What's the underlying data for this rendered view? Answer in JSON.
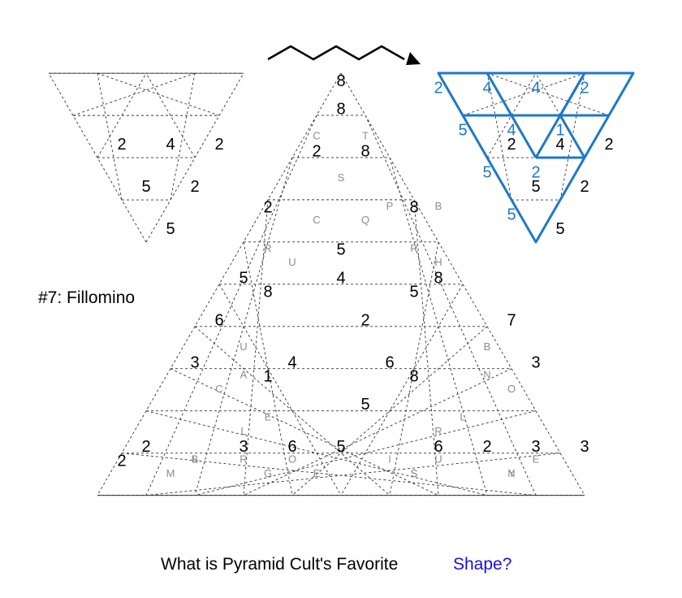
{
  "title": "#7: Fillomino",
  "caption": {
    "question": "What is Pyramid Cult's Favorite",
    "answer": "Shape?"
  },
  "colors": {
    "grid": "#333333",
    "clue": "#000000",
    "letter": "#8c8c8c",
    "solution": "#1e78c8",
    "answer": "#1a10e0"
  },
  "icons": [
    "zigzag-arrow-icon"
  ],
  "example_puzzle": {
    "rows": 4,
    "clues": [
      {
        "row": 1,
        "col": 1,
        "v": "2"
      },
      {
        "row": 1,
        "col": 3,
        "v": "4"
      },
      {
        "row": 1,
        "col": 5,
        "v": "2"
      },
      {
        "row": 2,
        "col": 1,
        "v": "5"
      },
      {
        "row": 2,
        "col": 3,
        "v": "2"
      },
      {
        "row": 3,
        "col": 1,
        "v": "5"
      }
    ]
  },
  "example_solution": {
    "rows": 4,
    "clues": [
      {
        "row": 1,
        "col": 1,
        "v": "2"
      },
      {
        "row": 1,
        "col": 3,
        "v": "4"
      },
      {
        "row": 1,
        "col": 5,
        "v": "2"
      },
      {
        "row": 2,
        "col": 1,
        "v": "5"
      },
      {
        "row": 2,
        "col": 3,
        "v": "2"
      },
      {
        "row": 3,
        "col": 1,
        "v": "5"
      }
    ],
    "filled": [
      {
        "row": 0,
        "col": 0,
        "v": "2"
      },
      {
        "row": 0,
        "col": 2,
        "v": "4"
      },
      {
        "row": 0,
        "col": 4,
        "v": "4"
      },
      {
        "row": 0,
        "col": 6,
        "v": "2"
      },
      {
        "row": 1,
        "col": 0,
        "v": "5"
      },
      {
        "row": 1,
        "col": 2,
        "v": "4"
      },
      {
        "row": 1,
        "col": 4,
        "v": "1"
      },
      {
        "row": 2,
        "col": 0,
        "v": "5"
      },
      {
        "row": 2,
        "col": 2,
        "v": "2"
      },
      {
        "row": 3,
        "col": 0,
        "v": "5"
      }
    ]
  },
  "main_puzzle": {
    "rows": 10,
    "clues": [
      {
        "row": 0,
        "col": 0,
        "v": "8"
      },
      {
        "row": 1,
        "col": 1,
        "v": "8"
      },
      {
        "row": 2,
        "col": 1,
        "v": "2"
      },
      {
        "row": 2,
        "col": 3,
        "v": "8"
      },
      {
        "row": 3,
        "col": 0,
        "v": "2"
      },
      {
        "row": 3,
        "col": 6,
        "v": "8"
      },
      {
        "row": 4,
        "col": 4,
        "v": "5"
      },
      {
        "row": 5,
        "col": 1,
        "v": "5"
      },
      {
        "row": 5,
        "col": 2,
        "v": "8"
      },
      {
        "row": 5,
        "col": 5,
        "v": "4"
      },
      {
        "row": 5,
        "col": 8,
        "v": "5"
      },
      {
        "row": 5,
        "col": 9,
        "v": "8"
      },
      {
        "row": 6,
        "col": 1,
        "v": "6"
      },
      {
        "row": 6,
        "col": 7,
        "v": "2"
      },
      {
        "row": 6,
        "col": 13,
        "v": "7"
      },
      {
        "row": 7,
        "col": 1,
        "v": "3"
      },
      {
        "row": 7,
        "col": 5,
        "v": "4"
      },
      {
        "row": 7,
        "col": 4,
        "v": "1"
      },
      {
        "row": 7,
        "col": 9,
        "v": "6"
      },
      {
        "row": 7,
        "col": 10,
        "v": "8"
      },
      {
        "row": 7,
        "col": 15,
        "v": "3"
      },
      {
        "row": 8,
        "col": 9,
        "v": "5"
      },
      {
        "row": 9,
        "col": 1,
        "v": "2"
      },
      {
        "row": 9,
        "col": 0,
        "v": "2"
      },
      {
        "row": 9,
        "col": 5,
        "v": "3"
      },
      {
        "row": 9,
        "col": 7,
        "v": "6"
      },
      {
        "row": 9,
        "col": 9,
        "v": "5"
      },
      {
        "row": 9,
        "col": 13,
        "v": "6"
      },
      {
        "row": 9,
        "col": 15,
        "v": "2"
      },
      {
        "row": 9,
        "col": 17,
        "v": "3"
      },
      {
        "row": 9,
        "col": 19,
        "v": "3"
      }
    ],
    "letters": [
      {
        "row": 1,
        "col": 0,
        "v": "C"
      },
      {
        "row": 1,
        "col": 2,
        "v": "T"
      },
      {
        "row": 2,
        "col": 2,
        "v": "S"
      },
      {
        "row": 3,
        "col": 2,
        "v": "C"
      },
      {
        "row": 3,
        "col": 4,
        "v": "Q"
      },
      {
        "row": 3,
        "col": 5,
        "v": "P"
      },
      {
        "row": 3,
        "col": 7,
        "v": "B"
      },
      {
        "row": 4,
        "col": 1,
        "v": "R"
      },
      {
        "row": 4,
        "col": 2,
        "v": "U"
      },
      {
        "row": 4,
        "col": 7,
        "v": "R"
      },
      {
        "row": 4,
        "col": 8,
        "v": "H"
      },
      {
        "row": 6,
        "col": 2,
        "v": "U"
      },
      {
        "row": 6,
        "col": 12,
        "v": "B"
      },
      {
        "row": 7,
        "col": 2,
        "v": "C"
      },
      {
        "row": 7,
        "col": 3,
        "v": "A"
      },
      {
        "row": 7,
        "col": 13,
        "v": "N"
      },
      {
        "row": 7,
        "col": 14,
        "v": "O"
      },
      {
        "row": 8,
        "col": 4,
        "v": "L"
      },
      {
        "row": 8,
        "col": 5,
        "v": "E"
      },
      {
        "row": 8,
        "col": 12,
        "v": "R"
      },
      {
        "row": 8,
        "col": 13,
        "v": "L"
      },
      {
        "row": 9,
        "col": 5,
        "v": "R"
      },
      {
        "row": 9,
        "col": 6,
        "v": "G"
      },
      {
        "row": 9,
        "col": 13,
        "v": "U"
      },
      {
        "row": 9,
        "col": 12,
        "v": "S"
      },
      {
        "row": 9,
        "col": 2,
        "v": "M"
      },
      {
        "row": 9,
        "col": 3,
        "v": "B"
      },
      {
        "row": 9,
        "col": 16,
        "v": "Y"
      },
      {
        "row": 9,
        "col": 17,
        "v": "E"
      },
      {
        "row": 9,
        "col": 3,
        "v": "L"
      },
      {
        "row": 9,
        "col": 7,
        "v": "O"
      },
      {
        "row": 9,
        "col": 8,
        "v": "E"
      },
      {
        "row": 9,
        "col": 11,
        "v": "I"
      },
      {
        "row": 9,
        "col": 12,
        "v": "S"
      },
      {
        "row": 9,
        "col": 16,
        "v": "N"
      }
    ]
  }
}
